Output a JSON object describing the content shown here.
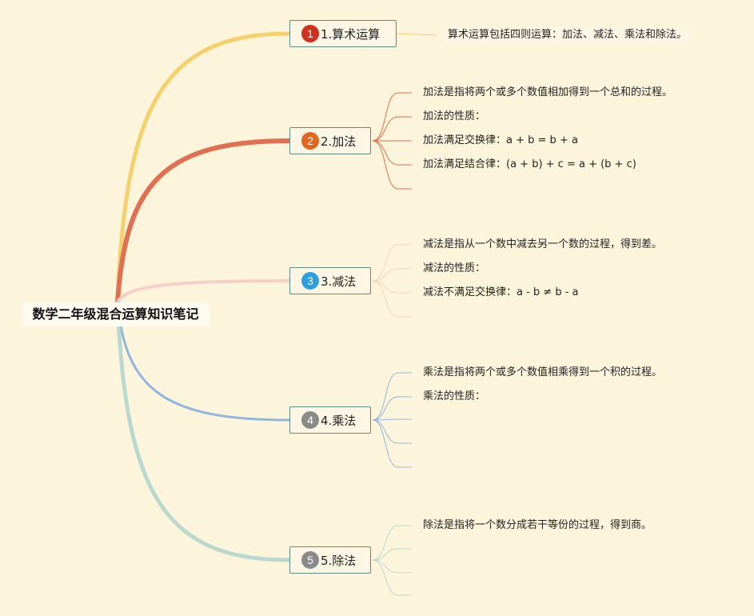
{
  "root": {
    "title": "数学二年级混合运算知识笔记"
  },
  "branches": [
    {
      "number": "1",
      "label": "1.算术运算",
      "badge_color": "#d32f1f",
      "line_color": "#f6d06b",
      "leaves": [
        "算术运算包括四则运算：加法、减法、乘法和除法。"
      ]
    },
    {
      "number": "2",
      "label": "2.加法",
      "badge_color": "#e0671d",
      "line_color": "#e07050",
      "leaves": [
        "加法是指将两个或多个数值相加得到一个总和的过程。",
        "加法的性质：",
        "加法满足交换律：a + b = b + a",
        "加法满足结合律：(a + b) + c = a + (b + c)",
        ""
      ]
    },
    {
      "number": "3",
      "label": "3.减法",
      "badge_color": "#2e9fdc",
      "line_color": "#f6cfc8",
      "leaves": [
        "减法是指从一个数中减去另一个数的过程，得到差。",
        "减法的性质：",
        "减法不满足交换律：a - b ≠ b - a",
        ""
      ]
    },
    {
      "number": "4",
      "label": "4.乘法",
      "badge_color": "#8a8a8a",
      "line_color": "#8fb6e0",
      "leaves": [
        "乘法是指将两个或多个数值相乘得到一个积的过程。",
        "乘法的性质：",
        "",
        "",
        ""
      ]
    },
    {
      "number": "5",
      "label": "5.除法",
      "badge_color": "#8a8a8a",
      "line_color": "#b9d8d0",
      "leaves": [
        "除法是指将一个数分成若干等份的过程，得到商。",
        "",
        "",
        ""
      ]
    }
  ]
}
